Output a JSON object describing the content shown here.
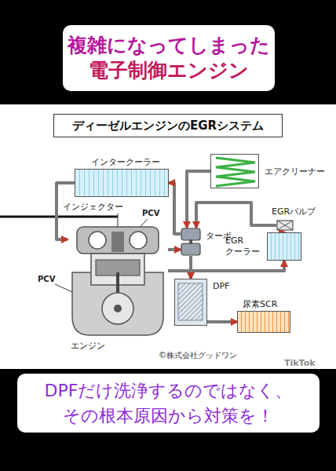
{
  "diagram": {
    "title": "ディーゼルエンジンのEGRシステム",
    "nodes": [
      {
        "text": [
          "複雑になってしまった",
          "電子制御エンジン"
        ]
      },
      {
        "text": [
          "インタークーラー"
        ]
      },
      {
        "text": [
          "エアクリーナー"
        ]
      },
      {
        "text": [
          "EGRバルブ"
        ]
      },
      {
        "text": [
          "ターボ"
        ]
      },
      {
        "text": [
          "EGR クーラー"
        ]
      },
      {
        "text": [
          "エンジン"
        ]
      },
      {
        "text": [
          "DPF"
        ]
      },
      {
        "text": [
          "尿素SCR"
        ]
      },
      {
        "text": [
          "DPFだけ洗浄するのではなく、 その根本原因から対策を！"
        ]
      }
    ],
    "edges": [
      {
        "from": 2,
        "to": 4,
        "arrow": "to"
      },
      {
        "from": 4,
        "to": 1,
        "arrow": "to"
      },
      {
        "from": 1,
        "to": 6,
        "arrow": "to"
      },
      {
        "from": 6,
        "to": 4,
        "arrow": "to"
      },
      {
        "from": 4,
        "to": 7,
        "arrow": "to"
      },
      {
        "from": 7,
        "to": 8,
        "arrow": "to"
      },
      {
        "from": 6,
        "to": 5,
        "arrow": "to"
      },
      {
        "from": 5,
        "to": 3,
        "arrow": "to"
      },
      {
        "from": 3,
        "to": 4,
        "arrow": "to"
      }
    ],
    "labels": [
      "インジェクター",
      "PCV",
      "PCV",
      "©株式会社グッドワン",
      "TikTok"
    ]
  }
}
